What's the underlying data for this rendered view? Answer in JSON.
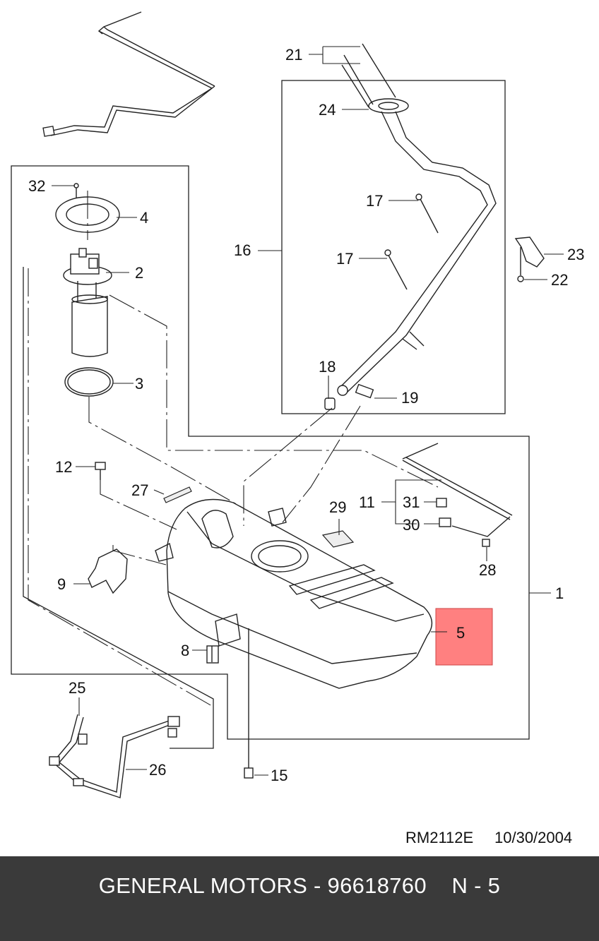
{
  "diagram": {
    "callouts": [
      "1",
      "2",
      "3",
      "4",
      "5",
      "8",
      "9",
      "11",
      "12",
      "15",
      "16",
      "17",
      "17",
      "18",
      "19",
      "21",
      "22",
      "23",
      "24",
      "25",
      "26",
      "27",
      "28",
      "29",
      "30",
      "31",
      "32"
    ],
    "highlighted_part": "5",
    "highlight_color": "#ff8080",
    "reference_code": "RM2112E",
    "reference_date": "10/30/2004"
  },
  "footer": {
    "text": "GENERAL MOTORS - 96618760    N - 5",
    "background": "#3a3a3a",
    "color": "#ffffff"
  }
}
